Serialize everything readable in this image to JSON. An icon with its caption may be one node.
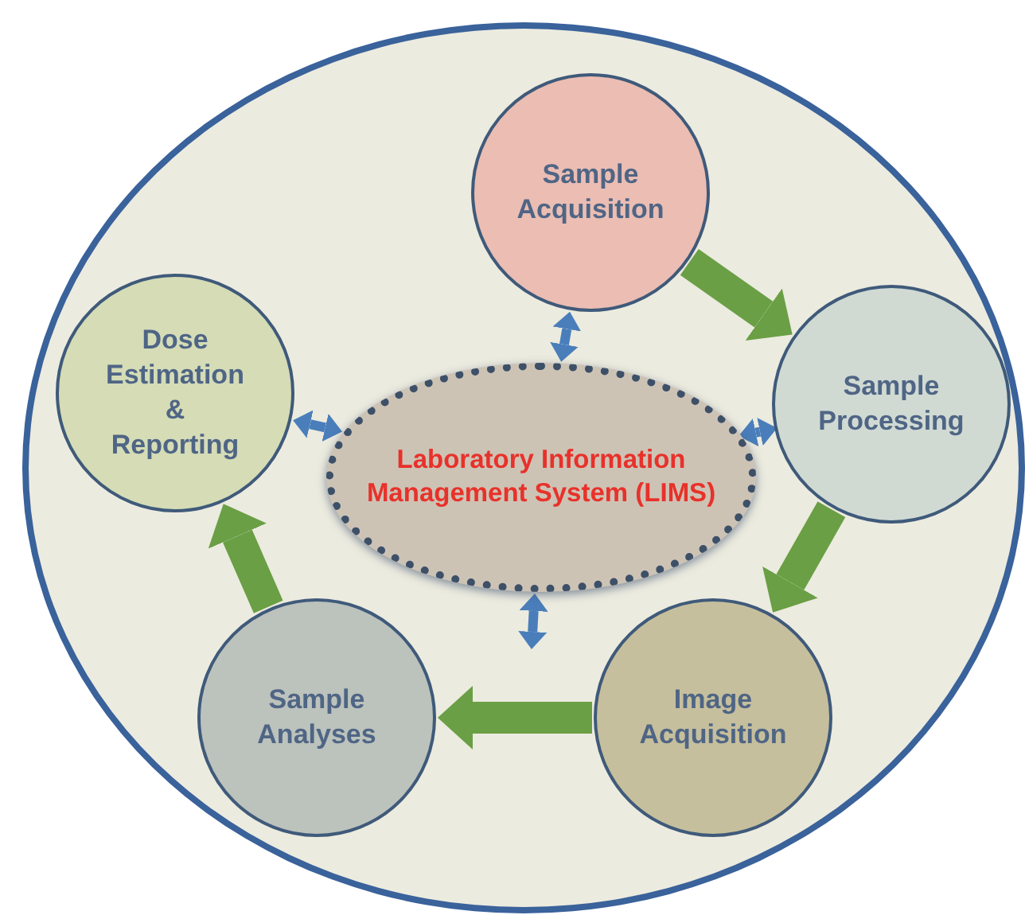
{
  "diagram": {
    "nodes": [
      {
        "text": [],
        "shape": "circle"
      },
      {
        "text": [
          "Sample Acquisition"
        ],
        "in": 0
      },
      {
        "text": [
          "Sample Processing"
        ],
        "in": 0
      },
      {
        "text": [
          "Image Acquisition"
        ],
        "in": 0
      },
      {
        "text": [
          "Sample Analyses"
        ],
        "in": 0
      },
      {
        "text": [
          "Dose Estimation & Reporting"
        ],
        "in": 0
      },
      {
        "text": [
          "Laboratory Information Management System (LIMS)"
        ],
        "in": 0
      }
    ],
    "edges": [
      {
        "from": 1,
        "to": 2,
        "arrow": "to",
        "style": "thick",
        "color": "#6a9f45"
      },
      {
        "from": 2,
        "to": 3,
        "arrow": "to",
        "style": "thick",
        "color": "#6a9f45"
      },
      {
        "from": 3,
        "to": 4,
        "arrow": "to",
        "style": "thick",
        "color": "#6a9f45"
      },
      {
        "from": 4,
        "to": 5,
        "arrow": "to",
        "style": "thick",
        "color": "#6a9f45"
      },
      {
        "from": 6,
        "to": 1,
        "arrow": "both",
        "color": "#4a7ebb"
      },
      {
        "from": 6,
        "to": 2,
        "arrow": "both",
        "color": "#4a7ebb"
      },
      {
        "from": 6,
        "to": null,
        "arrow": "both",
        "color": "#4a7ebb"
      },
      {
        "from": 6,
        "to": 5,
        "arrow": "both",
        "color": "#4a7ebb"
      }
    ]
  }
}
